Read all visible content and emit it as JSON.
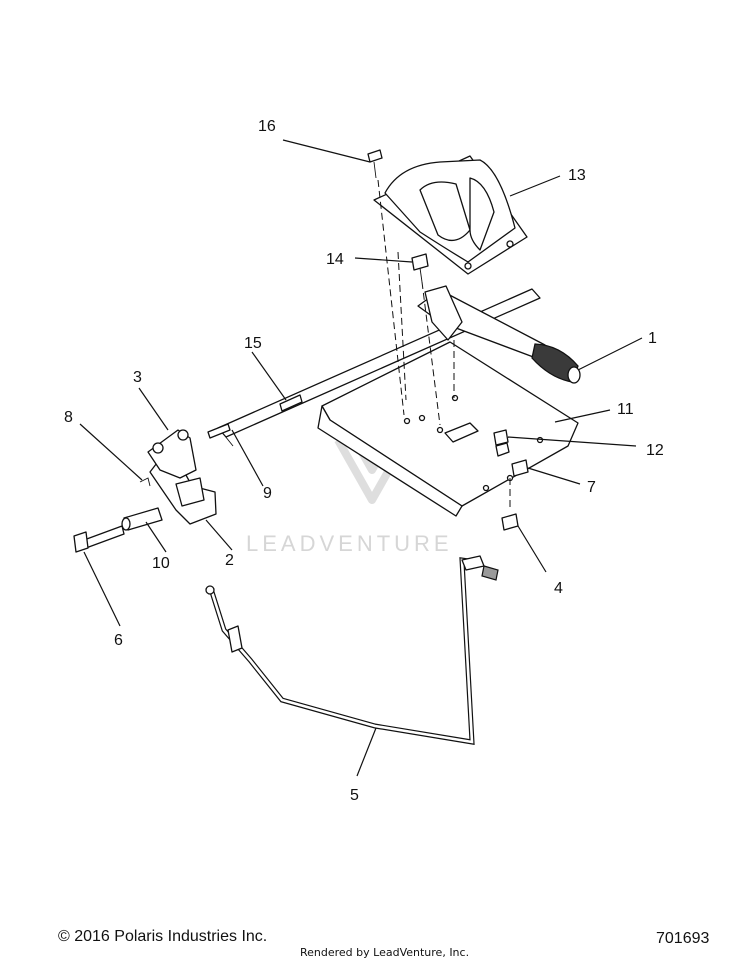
{
  "callouts": [
    {
      "id": "c1",
      "label": "1"
    },
    {
      "id": "c2",
      "label": "2"
    },
    {
      "id": "c3",
      "label": "3"
    },
    {
      "id": "c4",
      "label": "4"
    },
    {
      "id": "c5",
      "label": "5"
    },
    {
      "id": "c6",
      "label": "6"
    },
    {
      "id": "c7",
      "label": "7"
    },
    {
      "id": "c8",
      "label": "8"
    },
    {
      "id": "c9",
      "label": "9"
    },
    {
      "id": "c10",
      "label": "10"
    },
    {
      "id": "c11",
      "label": "11"
    },
    {
      "id": "c12",
      "label": "12"
    },
    {
      "id": "c13",
      "label": "13"
    },
    {
      "id": "c14",
      "label": "14"
    },
    {
      "id": "c15",
      "label": "15"
    },
    {
      "id": "c16",
      "label": "16"
    }
  ],
  "watermark": {
    "text": "LEADVENTURE"
  },
  "footer": {
    "copyright": "© 2016 Polaris Industries Inc.",
    "rendered_by": "Rendered by LeadVenture, Inc.",
    "drawing_number": "701693"
  }
}
